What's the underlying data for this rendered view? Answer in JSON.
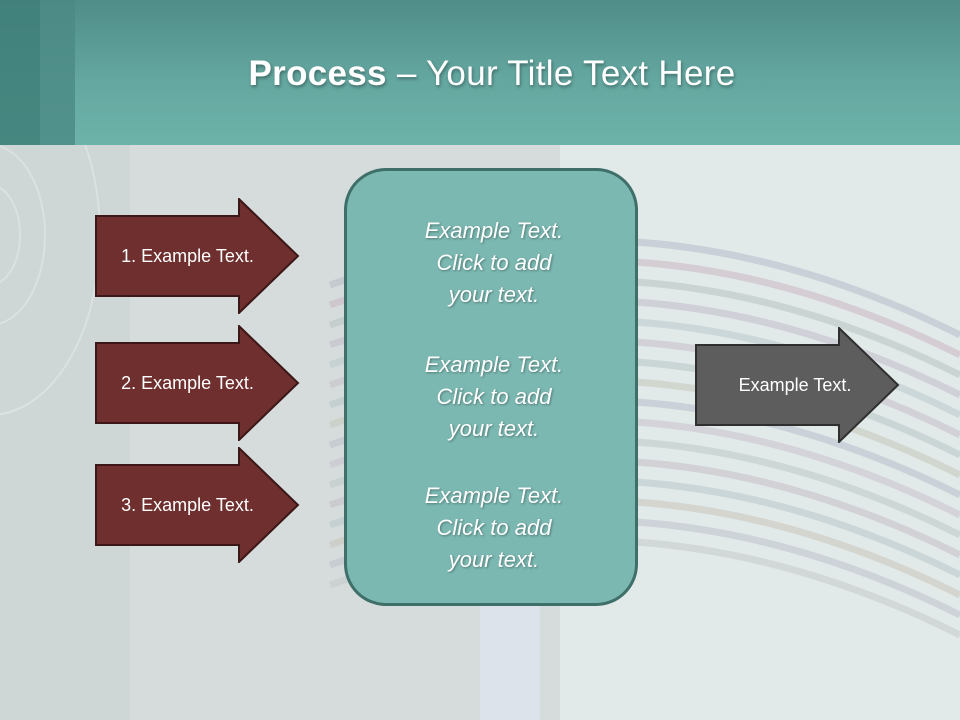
{
  "slide": {
    "title_bold": "Process",
    "title_rest": " – Your Title Text Here"
  },
  "left_arrows": [
    {
      "label": "1. Example Text."
    },
    {
      "label": "2. Example Text."
    },
    {
      "label": "3. Example Text."
    }
  ],
  "center_box": {
    "blocks": [
      {
        "lines": [
          "Example Text.",
          "Click  to add",
          "your text."
        ]
      },
      {
        "lines": [
          "Example Text.",
          "Click  to add",
          "your text."
        ]
      },
      {
        "lines": [
          "Example Text.",
          "Click  to add",
          "your text."
        ]
      }
    ]
  },
  "right_arrow": {
    "label": "Example Text."
  },
  "colors": {
    "header": "#64a7a0",
    "left_arrow_fill": "#6e2f2e",
    "right_arrow_fill": "#5d5d5d",
    "center_box_fill": "#7bb8b1",
    "center_box_border": "#3e6f68"
  }
}
